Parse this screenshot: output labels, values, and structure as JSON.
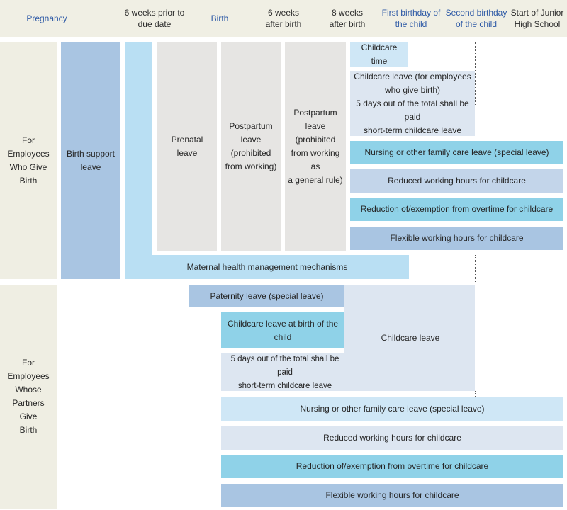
{
  "header": {
    "pregnancy": "Pregnancy",
    "six_weeks_prior": "6 weeks prior to\ndue date",
    "birth": "Birth",
    "six_weeks_after": "6 weeks\nafter birth",
    "eight_weeks_after": "8 weeks\nafter birth",
    "first_birthday": "First birthday of\nthe child",
    "second_birthday": "Second birthday\nof the child",
    "junior_high": "Start of Junior\nHigh School"
  },
  "top_section": {
    "row_label": "For Employees\nWho Give Birth",
    "birth_support_leave": "Birth support\nleave",
    "prenatal_leave": "Prenatal leave",
    "postpartum_prohibited": "Postpartum\nleave\n(prohibited\nfrom working)",
    "postpartum_general_rule": "Postpartum\nleave\n(prohibited\nfrom working as\na general rule)",
    "childcare_time": "Childcare time",
    "childcare_leave_birth_giver": "Childcare leave (for employees\nwho give birth)\n5 days out of the total shall be paid\nshort-term childcare leave",
    "nursing_care_leave": "Nursing or other family care leave (special leave)",
    "reduced_hours": "Reduced working hours for childcare",
    "overtime_exemption": "Reduction of/exemption from overtime for childcare",
    "flexible_hours": "Flexible working hours for childcare",
    "maternal_health": "Maternal health management mechanisms"
  },
  "bottom_section": {
    "row_label": "For Employees\nWhose\nPartners Give\nBirth",
    "paternity_leave": "Paternity leave (special leave)",
    "childcare_leave_at_birth": "Childcare leave at birth of the\nchild",
    "childcare_leave": "Childcare leave",
    "paid_short_term": "5 days out of the total shall be paid\nshort-term childcare leave",
    "nursing_care_leave": "Nursing or other family care leave (special leave)",
    "reduced_hours": "Reduced working hours for childcare",
    "overtime_exemption": "Reduction of/exemption from overtime for childcare",
    "flexible_hours": "Flexible working hours for childcare"
  },
  "colors": {
    "header_bg": "#f0efe4",
    "row_label_bg": "#efeee3",
    "gray_leave": "#e6e5e3",
    "sky": "#b9dff3",
    "pale": "#dde6f1",
    "mid_blue": "#c3d5ea",
    "cyan": "#8fd2e8",
    "steel": "#a9c5e2",
    "header_blue_text": "#2e5aa6"
  }
}
